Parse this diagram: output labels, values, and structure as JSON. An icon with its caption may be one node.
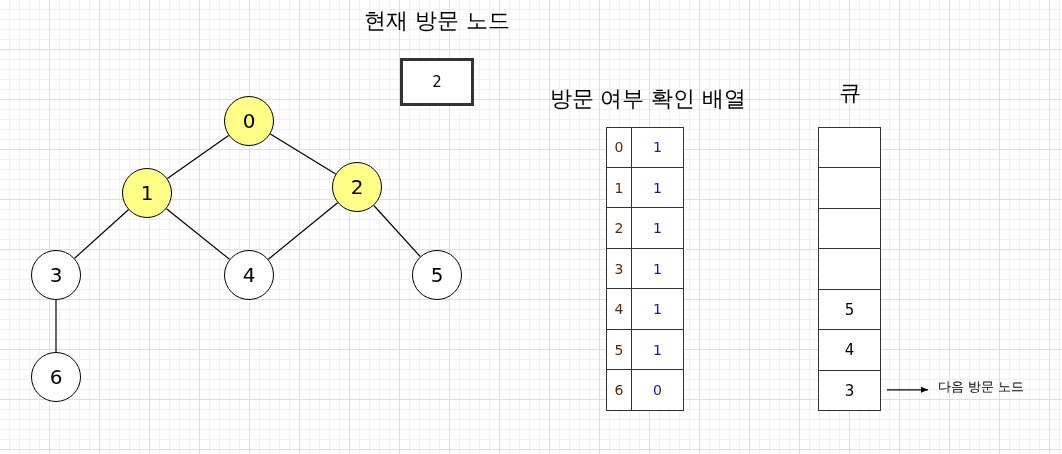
{
  "diagram": {
    "nodes": [
      {
        "text": [
          "0"
        ]
      },
      {
        "text": [
          "1"
        ]
      },
      {
        "text": [
          "2"
        ]
      },
      {
        "text": [
          "3"
        ]
      },
      {
        "text": [
          "4"
        ]
      },
      {
        "text": [
          "5"
        ]
      },
      {
        "text": [
          "6"
        ]
      },
      {
        "text": [
          "현재 방문 노드",
          "2"
        ]
      },
      {
        "text": [
          "큐"
        ]
      },
      {
        "text": [],
        "shape": "box",
        "in": 8
      },
      {
        "text": [],
        "shape": "box",
        "in": 8
      },
      {
        "text": [],
        "shape": "box",
        "in": 8
      },
      {
        "text": [],
        "shape": "box",
        "in": 8
      },
      {
        "text": [
          "5"
        ],
        "in": 8
      },
      {
        "text": [
          "4"
        ],
        "in": 8
      },
      {
        "text": [
          "3"
        ],
        "in": 8
      },
      {
        "text": [
          "다음 방문 노드"
        ]
      }
    ],
    "edges": [
      {
        "from": 0,
        "to": 1,
        "arrow": "none"
      },
      {
        "from": 0,
        "to": 2,
        "arrow": "none"
      },
      {
        "from": 1,
        "to": 3,
        "arrow": "none"
      },
      {
        "from": 1,
        "to": 4,
        "arrow": "none"
      },
      {
        "from": 2,
        "to": 4,
        "arrow": "none"
      },
      {
        "from": 2,
        "to": 5,
        "arrow": "none"
      },
      {
        "from": 3,
        "to": 6,
        "arrow": "none"
      },
      {
        "from": 15,
        "to": 16,
        "arrow": "to"
      }
    ],
    "labels": [
      "방문 여부 확인 배열",
      "0",
      "1",
      "1",
      "1",
      "2",
      "1",
      "3",
      "1",
      "4",
      "1",
      "5",
      "1",
      "6",
      "0"
    ]
  }
}
